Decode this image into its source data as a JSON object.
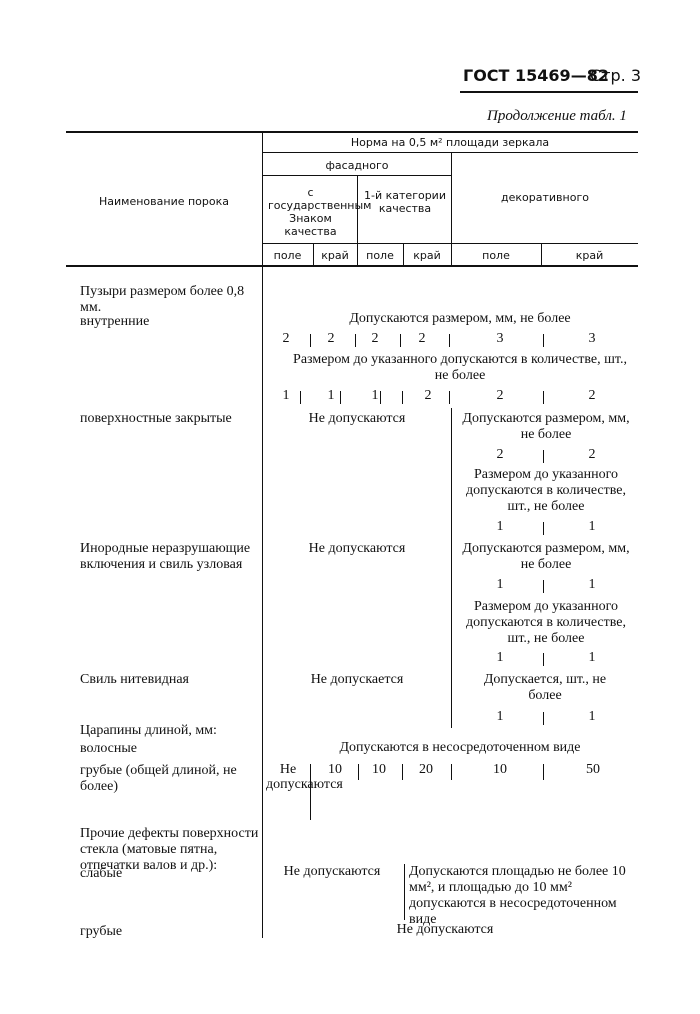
{
  "header": {
    "doc_code": "ГОСТ 15469—82",
    "page_label": "Стр. 3",
    "continuation": "Продолжение табл. 1"
  },
  "table": {
    "col_header": {
      "defect_name": "Наименование порока",
      "norm": "Норма на 0,5 м² площади зеркала",
      "facade": "фасадного",
      "state_mark": "с государственным Знаком качества",
      "first_cat": "1-й категории качества",
      "decorative": "декоративного",
      "field": "поле",
      "edge": "край"
    },
    "rows": {
      "bubbles_label": "Пузыри размером более 0,8 мм.",
      "internal_label": "внутренние",
      "internal_allowed": "Допускаются размером, мм, не более",
      "internal_sizes": [
        "2",
        "2",
        "2",
        "2",
        "3",
        "3"
      ],
      "internal_count_text": "Размером до указанного допускаются в количестве, шт., не более",
      "internal_counts": [
        "1",
        "1",
        "1",
        "2",
        "2",
        "2"
      ],
      "surface_label": "поверхностные закрытые",
      "surface_fac": "Не допускаются",
      "surface_dec_allowed": "Допускаются размером, мм, не более",
      "surface_dec_sizes": [
        "2",
        "2"
      ],
      "surface_dec_count_text": "Размером до указанного допускаются в количестве, шт., не более",
      "surface_dec_counts": [
        "1",
        "1"
      ],
      "foreign_label": "Инородные неразрушающие включения и свиль узловая",
      "foreign_fac": "Не допускаются",
      "foreign_dec_allowed": "Допускаются размером, мм, не более",
      "foreign_dec_sizes": [
        "1",
        "1"
      ],
      "foreign_dec_count_text": "Размером до указанного допускаются в количестве, шт., не более",
      "foreign_dec_counts": [
        "1",
        "1"
      ],
      "thread_label": "Свиль нитевидная",
      "thread_fac": "Не допускается",
      "thread_dec_allowed": "Допускается, шт., не более",
      "thread_dec_counts": [
        "1",
        "1"
      ],
      "scratch_label": "Царапины длиной, мм:",
      "hair_label": "волосные",
      "hair_value": "Допускаются в несосредоточенном виде",
      "rough_label": "грубые (общей длиной, не более)",
      "rough_first": "Не допускаются",
      "rough_values": [
        "10",
        "10",
        "20",
        "10",
        "50"
      ],
      "other_label": "Прочие дефекты поверхности стекла (матовые пятна, отпечатки валов и др.):",
      "weak_label": "слабые",
      "weak_fac": "Не допускаются",
      "weak_dec": "Допускаются площадью не более 10 мм², и площадью до 10 мм² допускаются в несосредоточенном виде",
      "gross_label": "грубые",
      "gross_value": "Не допускаются"
    }
  }
}
